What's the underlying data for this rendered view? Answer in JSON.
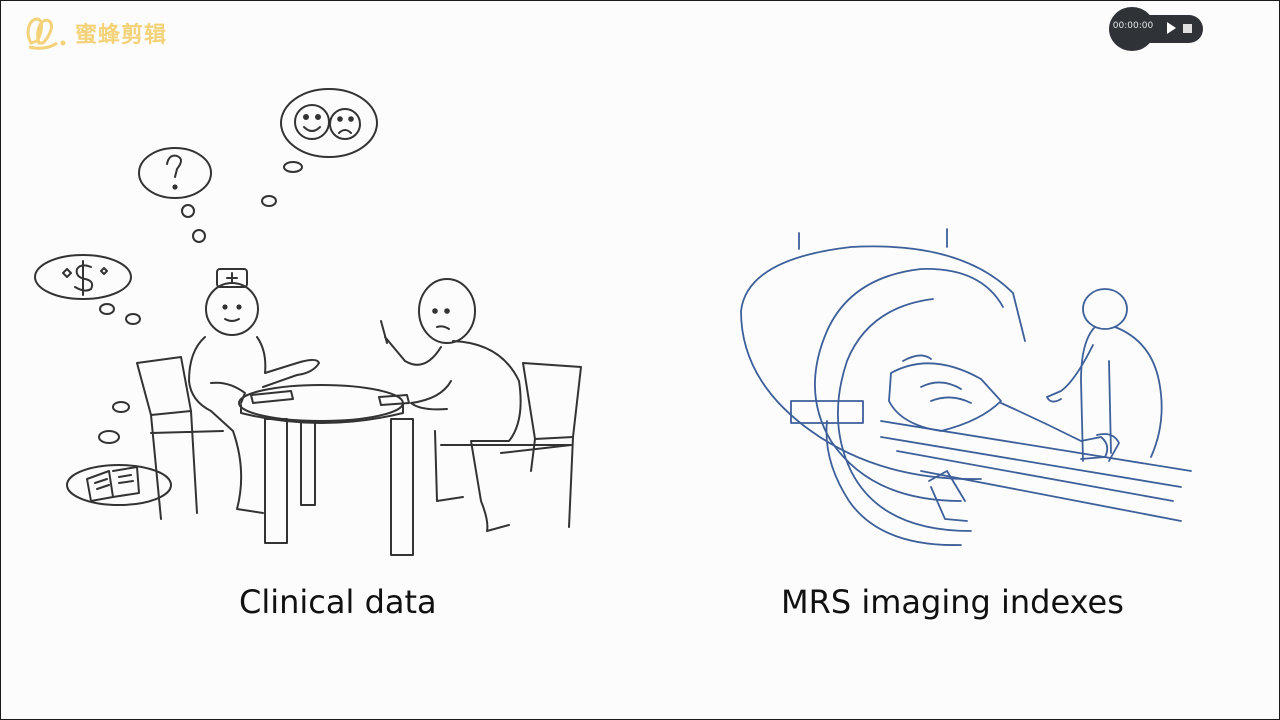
{
  "watermark": {
    "text": "蜜蜂剪辑",
    "color": "#f3d27a"
  },
  "player": {
    "time": "00:00:00",
    "play_icon": "play-icon",
    "stop_icon": "stop-icon"
  },
  "captions": {
    "left": "Clinical data",
    "right": "MRS imaging indexes"
  },
  "colors": {
    "sketch_left": "#333333",
    "sketch_right": "#3d5f9a",
    "player_bg": "#2f3338"
  }
}
